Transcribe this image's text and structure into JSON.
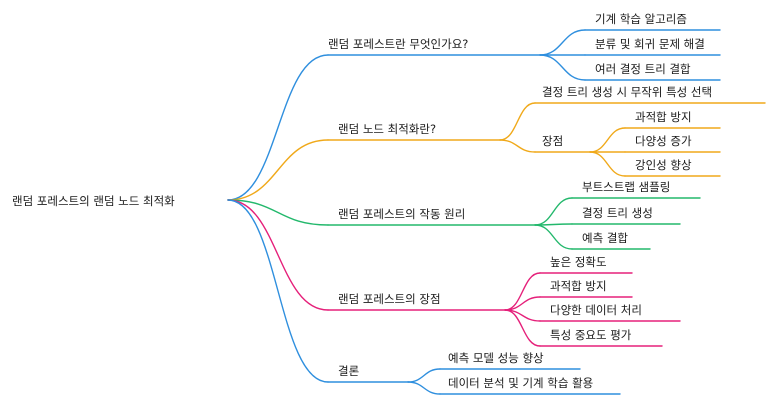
{
  "colors": {
    "blue": "#2f8fde",
    "orange": "#f0a91a",
    "green": "#23b86c",
    "pink": "#e5207a"
  },
  "root": {
    "label": "랜덤 포레스트의 랜덤 노드 최적화"
  },
  "branches": [
    {
      "label": "랜덤 포레스트란 무엇인가요?",
      "color": "blue",
      "children": [
        {
          "label": "기계 학습 알고리즘"
        },
        {
          "label": "분류 및 회귀 문제 해결"
        },
        {
          "label": "여러 결정 트리 결합"
        }
      ]
    },
    {
      "label": "랜덤 노드 최적화란?",
      "color": "orange",
      "children": [
        {
          "label": "결정 트리 생성 시 무작위 특성 선택"
        },
        {
          "label": "장점",
          "children": [
            {
              "label": "과적합 방지"
            },
            {
              "label": "다양성 증가"
            },
            {
              "label": "강인성 향상"
            }
          ]
        }
      ]
    },
    {
      "label": "랜덤 포레스트의 작동 원리",
      "color": "green",
      "children": [
        {
          "label": "부트스트랩 샘플링"
        },
        {
          "label": "결정 트리 생성"
        },
        {
          "label": "예측 결합"
        }
      ]
    },
    {
      "label": "랜덤 포레스트의 장점",
      "color": "pink",
      "children": [
        {
          "label": "높은 정확도"
        },
        {
          "label": "과적합 방지"
        },
        {
          "label": "다양한 데이터 처리"
        },
        {
          "label": "특성 중요도 평가"
        }
      ]
    },
    {
      "label": "결론",
      "color": "blue",
      "children": [
        {
          "label": "예측 모델 성능 향상"
        },
        {
          "label": "데이터 분석 및 기계 학습 활용"
        }
      ]
    }
  ]
}
